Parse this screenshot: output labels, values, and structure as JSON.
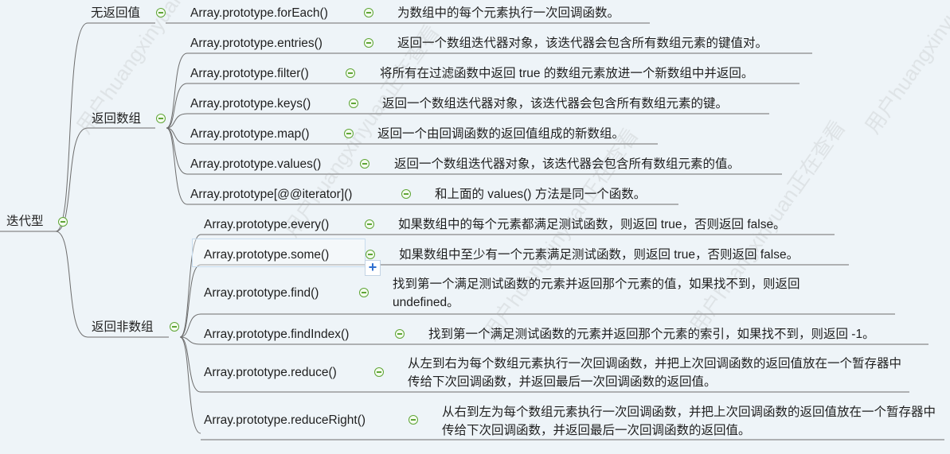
{
  "root": {
    "label": "迭代型",
    "groups": [
      {
        "label": "无返回值",
        "items": [
          {
            "method": "Array.prototype.forEach()",
            "desc": "为数组中的每个元素执行一次回调函数。"
          }
        ]
      },
      {
        "label": "返回数组",
        "items": [
          {
            "method": "Array.prototype.entries()",
            "desc": "返回一个数组迭代器对象，该迭代器会包含所有数组元素的键值对。"
          },
          {
            "method": "Array.prototype.filter()",
            "desc": "将所有在过滤函数中返回 true 的数组元素放进一个新数组中并返回。"
          },
          {
            "method": "Array.prototype.keys()",
            "desc": "返回一个数组迭代器对象，该迭代器会包含所有数组元素的键。"
          },
          {
            "method": "Array.prototype.map()",
            "desc": "返回一个由回调函数的返回值组成的新数组。"
          },
          {
            "method": "Array.prototype.values()",
            "desc": "返回一个数组迭代器对象，该迭代器会包含所有数组元素的值。"
          },
          {
            "method": "Array.prototype[@@iterator]()",
            "desc": "和上面的 values() 方法是同一个函数。"
          }
        ]
      },
      {
        "label": "返回非数组",
        "items": [
          {
            "method": "Array.prototype.every()",
            "desc": "如果数组中的每个元素都满足测试函数，则返回 true，否则返回 false。"
          },
          {
            "method": "Array.prototype.some()",
            "desc": "如果数组中至少有一个元素满足测试函数，则返回 true，否则返回 false。"
          },
          {
            "method": "Array.prototype.find()",
            "desc": "找到第一个满足测试函数的元素并返回那个元素的值，如果找不到，则返回 undefined。"
          },
          {
            "method": "Array.prototype.findIndex()",
            "desc": "找到第一个满足测试函数的元素并返回那个元素的索引，如果找不到，则返回 -1。"
          },
          {
            "method": "Array.prototype.reduce()",
            "desc": "从左到右为每个数组元素执行一次回调函数，并把上次回调函数的返回值放在一个暂存器中传给下次回调函数，并返回最后一次回调函数的返回值。"
          },
          {
            "method": "Array.prototype.reduceRight()",
            "desc": "从右到左为每个数组元素执行一次回调函数，并把上次回调函数的返回值放在一个暂存器中传给下次回调函数，并返回最后一次回调函数的返回值。"
          }
        ]
      }
    ]
  },
  "watermark": "用户huangxinyuan正在查看",
  "colors": {
    "line": "#6d6d6d",
    "collapse_icon": "#5fa536",
    "plus_icon": "#2f6fcf",
    "background": "#eef4f8"
  }
}
